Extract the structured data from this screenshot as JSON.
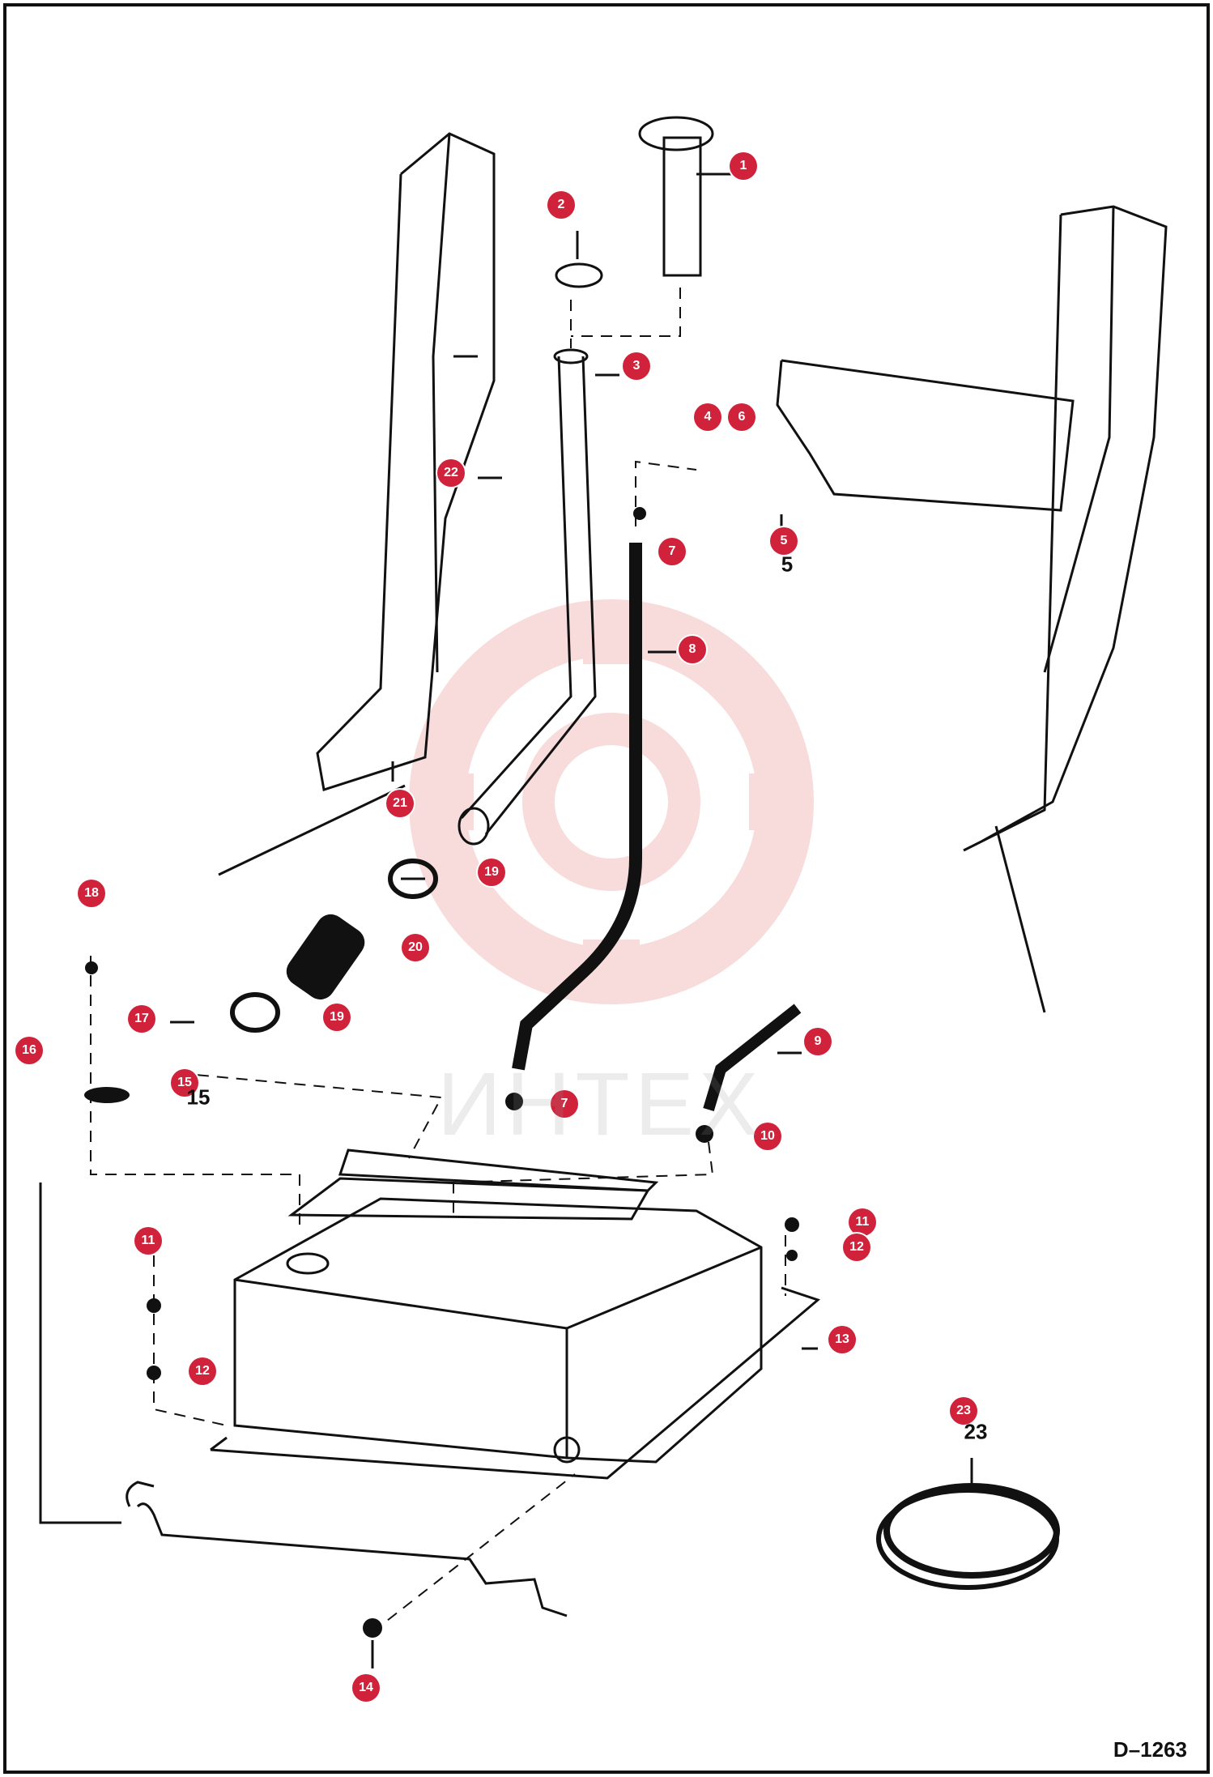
{
  "diagram": {
    "drawing_code": "D–1263",
    "watermark_text": "ИНТЕХ",
    "callouts": [
      {
        "id": "c1",
        "label": "1"
      },
      {
        "id": "c2",
        "label": "2"
      },
      {
        "id": "c3",
        "label": "3"
      },
      {
        "id": "c4",
        "label": "4"
      },
      {
        "id": "c5a",
        "label": "6"
      },
      {
        "id": "c5b",
        "label": "5"
      },
      {
        "id": "c7a",
        "label": "7"
      },
      {
        "id": "c8",
        "label": "8"
      },
      {
        "id": "c9",
        "label": "9"
      },
      {
        "id": "c7b",
        "label": "7"
      },
      {
        "id": "c10",
        "label": "10"
      },
      {
        "id": "c11a",
        "label": "11"
      },
      {
        "id": "c12a",
        "label": "12"
      },
      {
        "id": "c11b",
        "label": "11"
      },
      {
        "id": "c12b",
        "label": "12"
      },
      {
        "id": "c13",
        "label": "13"
      },
      {
        "id": "c14",
        "label": "14"
      },
      {
        "id": "c15",
        "label": "15"
      },
      {
        "id": "c16",
        "label": "16"
      },
      {
        "id": "c17",
        "label": "17"
      },
      {
        "id": "c18",
        "label": "18"
      },
      {
        "id": "c19a",
        "label": "19"
      },
      {
        "id": "c19b",
        "label": "19"
      },
      {
        "id": "c20",
        "label": "20"
      },
      {
        "id": "c21",
        "label": "21"
      },
      {
        "id": "c22",
        "label": "22"
      },
      {
        "id": "c23",
        "label": "23"
      }
    ],
    "printed_labels": [
      {
        "id": "p5",
        "label": "5"
      },
      {
        "id": "p15",
        "label": "15"
      },
      {
        "id": "p23",
        "label": "23"
      }
    ],
    "colors": {
      "callout": "#d0223a",
      "line": "#111111",
      "watermark": "#f2b8b8"
    }
  }
}
